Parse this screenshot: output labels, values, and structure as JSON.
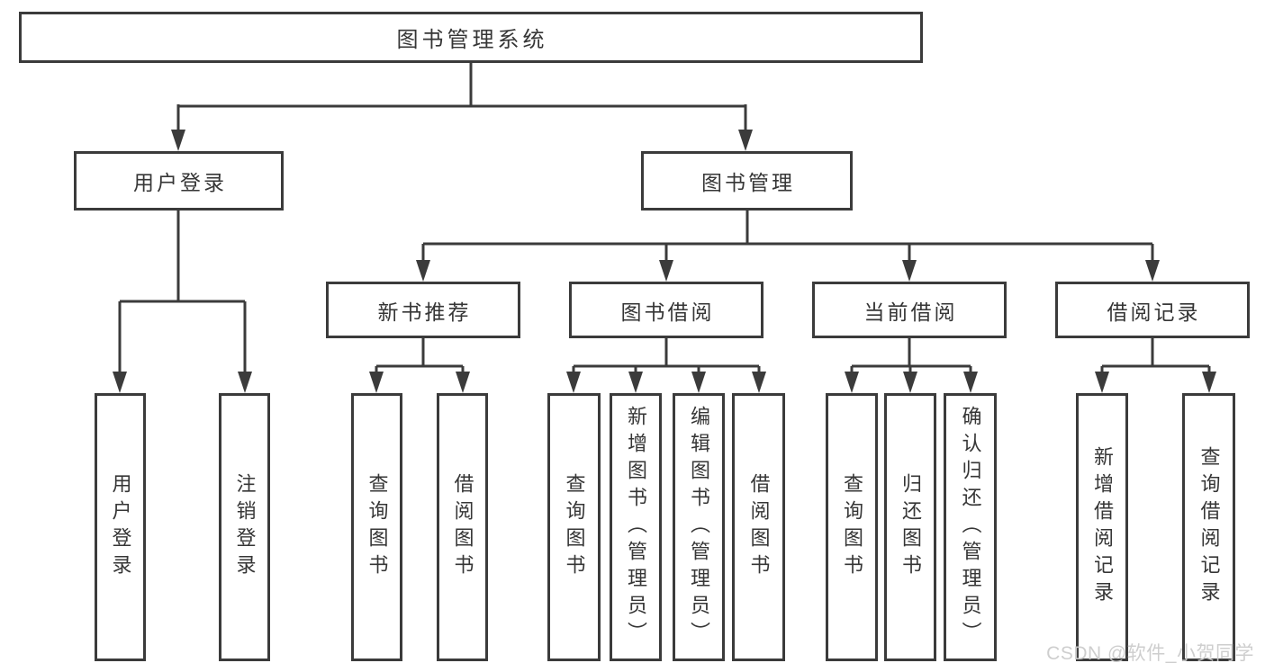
{
  "page": {
    "watermark": "CSDN @软件_小贺同学"
  },
  "tree": {
    "root": "图书管理系统",
    "level2": [
      {
        "label": "用户登录",
        "children": [
          "用户登录",
          "注销登录"
        ]
      },
      {
        "label": "图书管理"
      }
    ],
    "level3": [
      {
        "label": "新书推荐",
        "children": [
          "查询图书",
          "借阅图书"
        ]
      },
      {
        "label": "图书借阅",
        "children": [
          "查询图书",
          "新增图书（管理员）",
          "编辑图书（管理员）",
          "借阅图书"
        ]
      },
      {
        "label": "当前借阅",
        "children": [
          "查询图书",
          "归还图书",
          "确认归还（管理员）"
        ]
      },
      {
        "label": "借阅记录",
        "children": [
          "新增借阅记录",
          "查询借阅记录"
        ]
      }
    ]
  },
  "colors": {
    "line": "#3b3b3b",
    "text": "#363636",
    "watermark": "#cccccc",
    "background": "#ffffff"
  }
}
